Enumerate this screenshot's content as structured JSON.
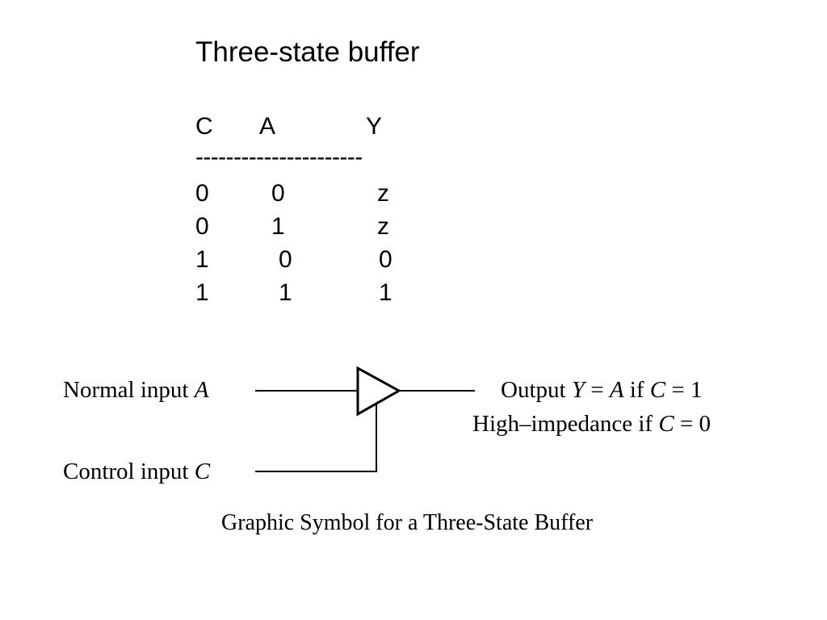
{
  "slide": {
    "title": "Three-state buffer"
  },
  "truth_table": {
    "headers": [
      "C",
      "A",
      "Y"
    ],
    "divider": "----------------------",
    "rows": [
      [
        "0",
        "0",
        "z"
      ],
      [
        "0",
        "1",
        "z"
      ],
      [
        "1",
        "0",
        "0"
      ],
      [
        "1",
        "1",
        "1"
      ]
    ]
  },
  "diagram": {
    "input_a": {
      "prefix": "Normal input ",
      "var": "A"
    },
    "input_c": {
      "prefix": "Control input ",
      "var": "C"
    },
    "output_line1": {
      "p1": "Output ",
      "v1": "Y",
      "p2": " = ",
      "v2": "A",
      "p3": " if ",
      "v3": "C",
      "p4": " = 1"
    },
    "output_line2": {
      "p1": "High–impedance if ",
      "v1": "C",
      "p2": " = 0"
    },
    "caption": "Graphic Symbol for a Three-State Buffer"
  }
}
